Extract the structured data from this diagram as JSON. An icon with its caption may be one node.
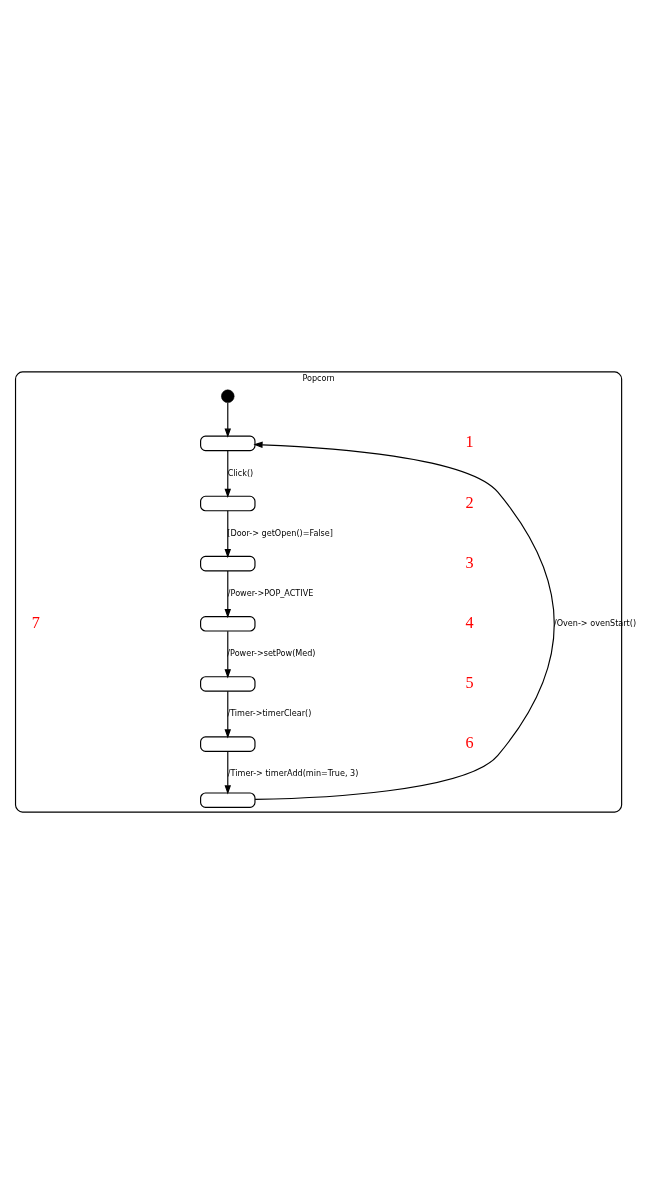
{
  "diagram": {
    "nodes": [
      {
        "text": [
          "Popcorn"
        ]
      },
      {
        "text": [],
        "shape": "circle",
        "in": 0
      },
      {
        "text": [],
        "shape": "box",
        "in": 0
      },
      {
        "text": [],
        "shape": "box",
        "in": 0
      },
      {
        "text": [],
        "shape": "box",
        "in": 0
      },
      {
        "text": [],
        "shape": "box",
        "in": 0
      },
      {
        "text": [],
        "shape": "box",
        "in": 0
      },
      {
        "text": [],
        "shape": "box",
        "in": 0
      },
      {
        "text": [],
        "shape": "box",
        "in": 0
      }
    ],
    "edges": [
      {
        "from": 1,
        "to": 2,
        "arrow": "to"
      },
      {
        "from": 2,
        "to": 3,
        "arrow": "to",
        "label": "Click()"
      },
      {
        "from": 3,
        "to": 4,
        "arrow": "to",
        "label": "[Door-> getOpen()=False]"
      },
      {
        "from": 4,
        "to": 5,
        "arrow": "to",
        "label": "/Power->POP_ACTIVE"
      },
      {
        "from": 5,
        "to": 6,
        "arrow": "to",
        "label": "/Power->setPow(Med)"
      },
      {
        "from": 6,
        "to": 7,
        "arrow": "to",
        "label": "/Timer->timerClear()"
      },
      {
        "from": 7,
        "to": 8,
        "arrow": "to",
        "label": "/Timer-> timerAdd(min=True, 3)"
      },
      {
        "from": 8,
        "to": 2,
        "arrow": "to",
        "label": "/Oven-> ovenStart()"
      }
    ],
    "labels": [
      "1",
      "2",
      "3",
      "4",
      "5",
      "6",
      "7"
    ]
  }
}
